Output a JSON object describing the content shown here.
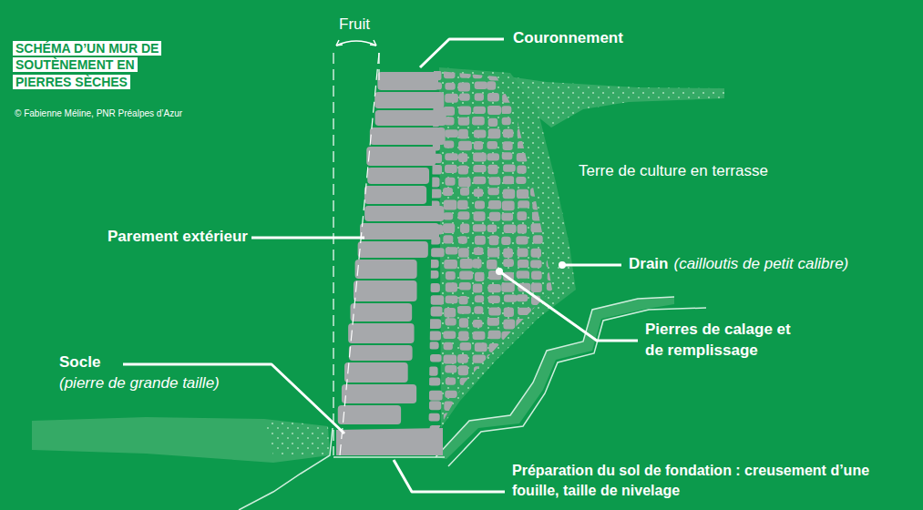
{
  "diagram": {
    "title": "SCHÉMA D’UN MUR DE SOUTÈNEMENT EN PIERRES SÈCHES",
    "caption": "© Fabienne Méline, PNR Préalpes d’Azur",
    "labels": [
      "Fruit",
      "Couronnement",
      "Terre de culture en terrasse",
      "Parement extérieur",
      "Drain",
      "(cailloutis de petit calibre)",
      "Pierres de calage et de remplissage",
      "Socle",
      "(pierre de grande taille)",
      "Préparation du sol de fondation : creusement d’une fouille, taille de nivelage"
    ]
  }
}
